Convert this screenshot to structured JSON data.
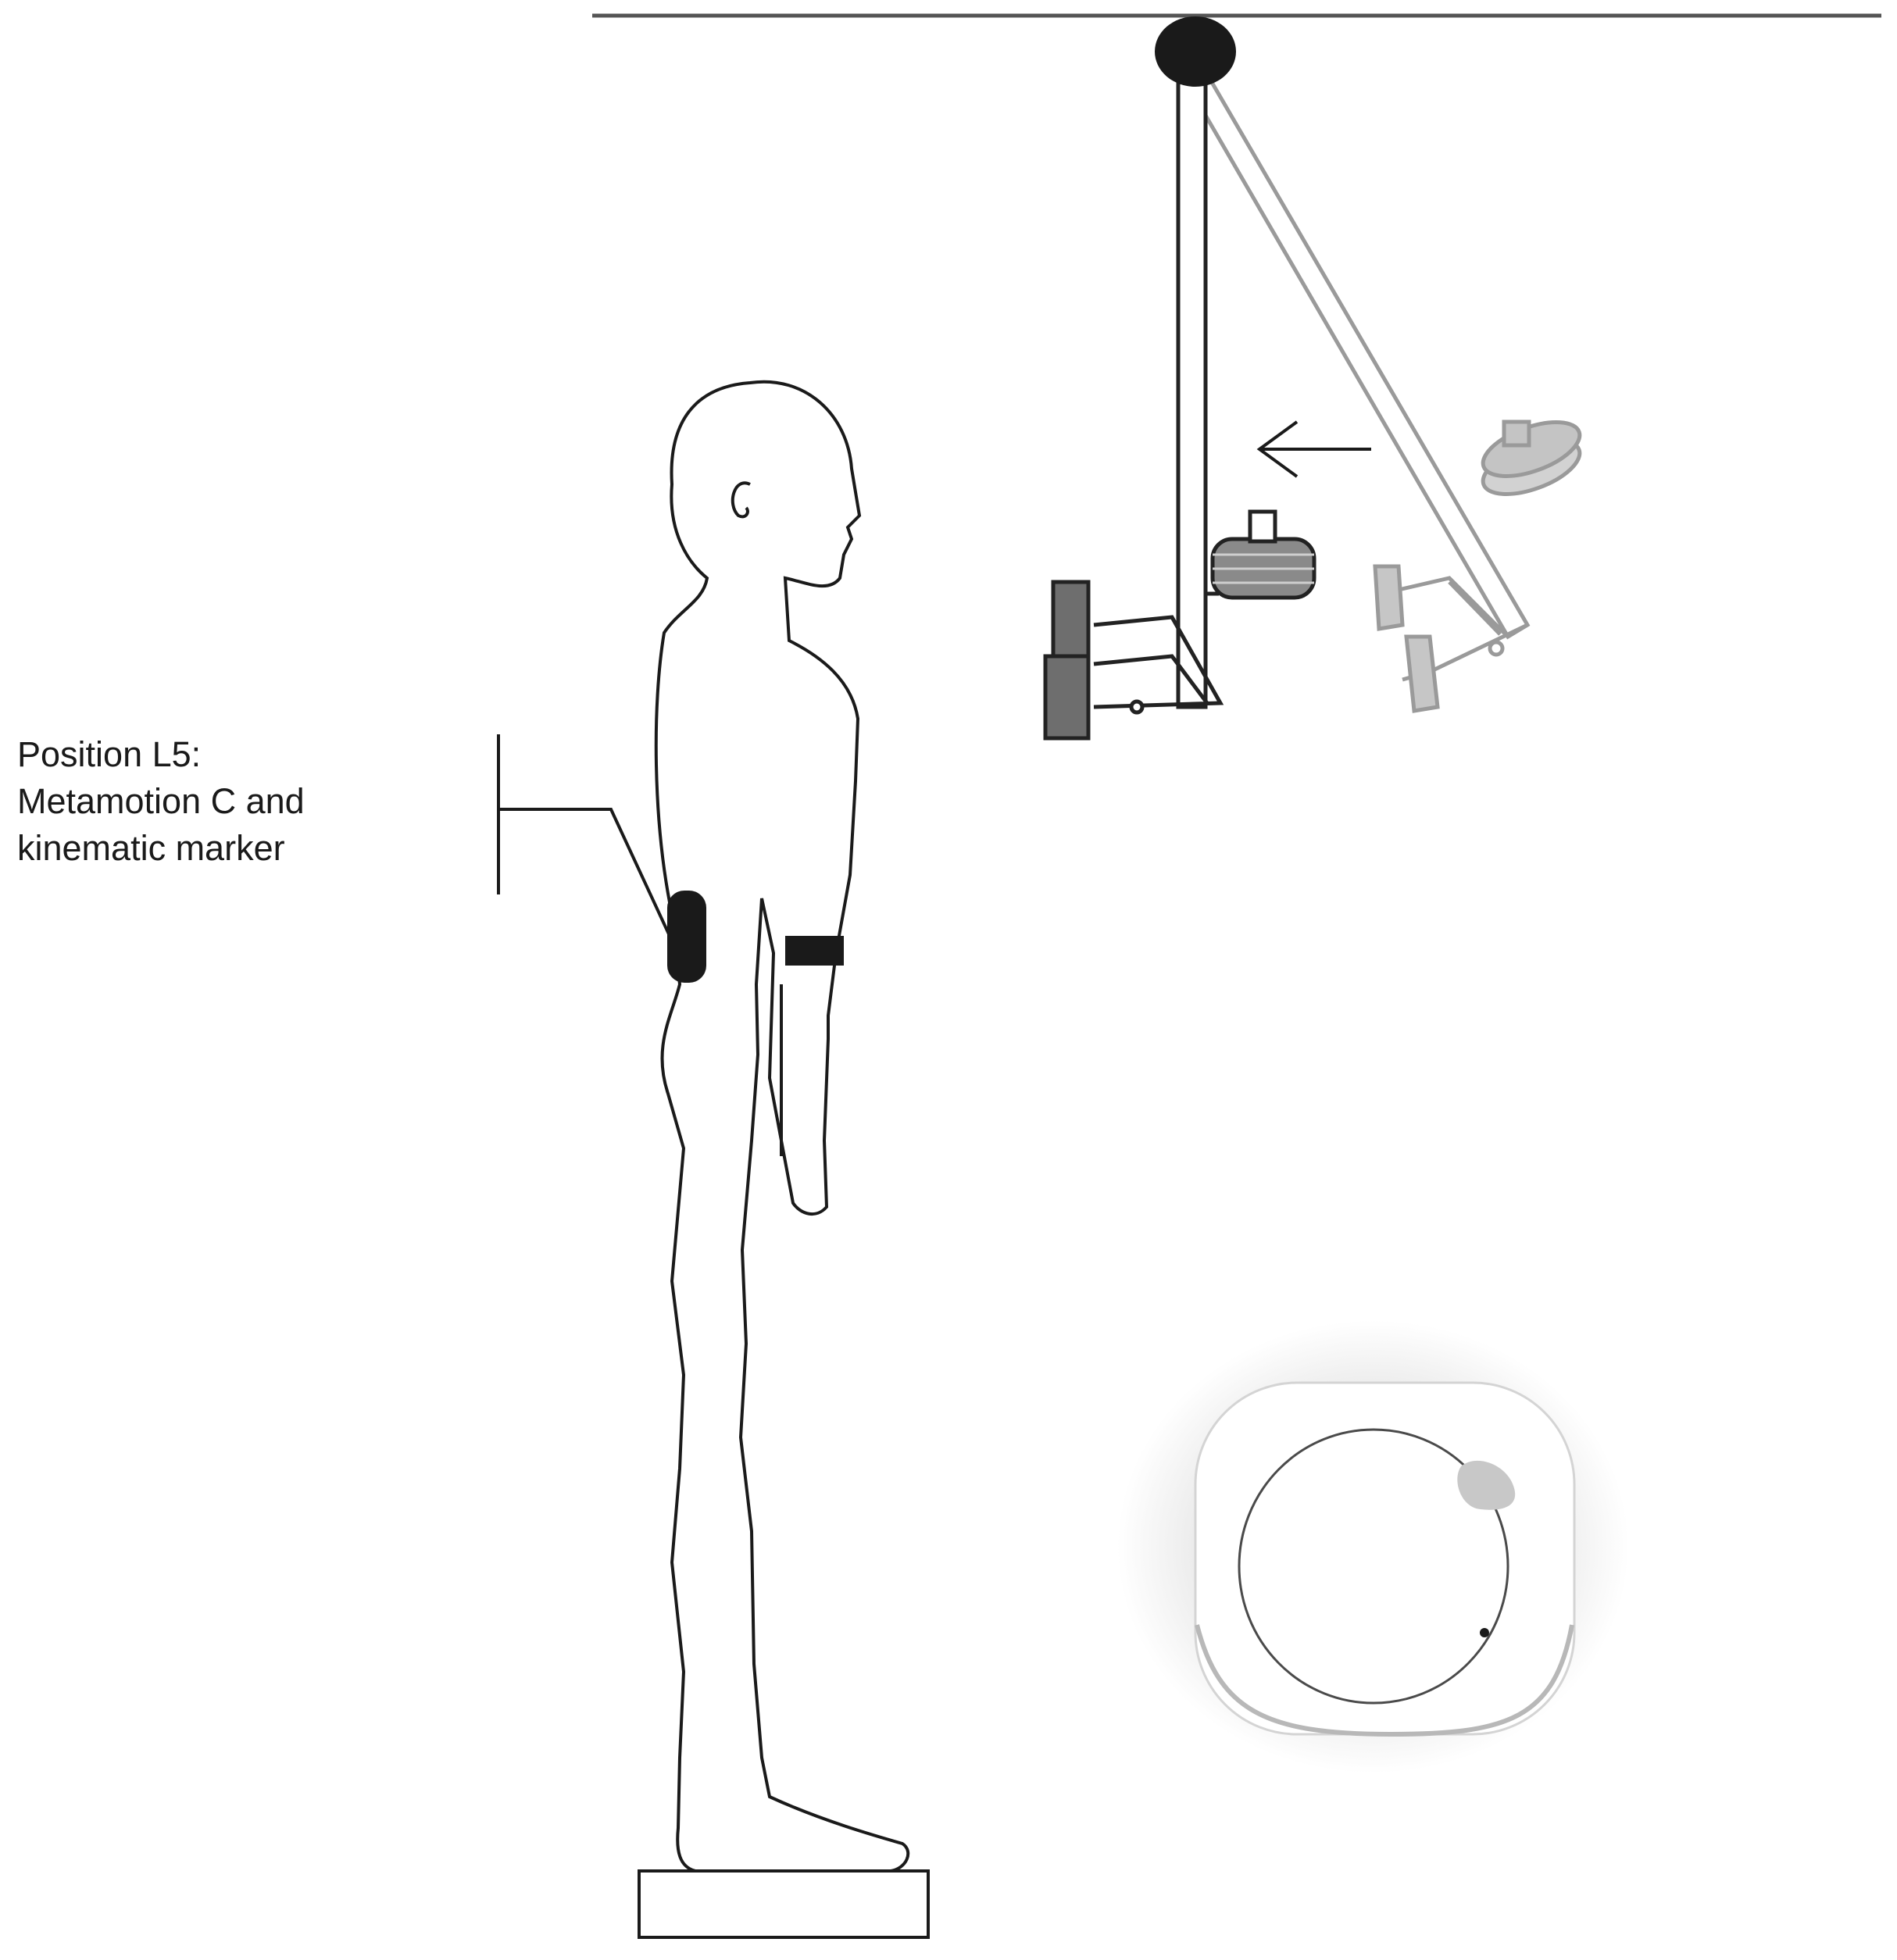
{
  "annotation": {
    "lines": [
      "Position L5:",
      "Metamotion C and",
      "kinematic marker"
    ]
  },
  "colors": {
    "line": "#1a1a1a",
    "ceiling": "#555555",
    "pendulum_current": "#222222",
    "pendulum_previous": "#9a9a9a",
    "weight_current": "#6e6e6e",
    "weight_previous": "#bdbdbd",
    "sensor_body": "#ffffff",
    "sensor_button": "#c8c8c8"
  },
  "icons": {
    "arrow": "left-arrow-icon",
    "sensor": "metamotion-sensor-icon",
    "pivot": "pivot-joint-icon"
  }
}
